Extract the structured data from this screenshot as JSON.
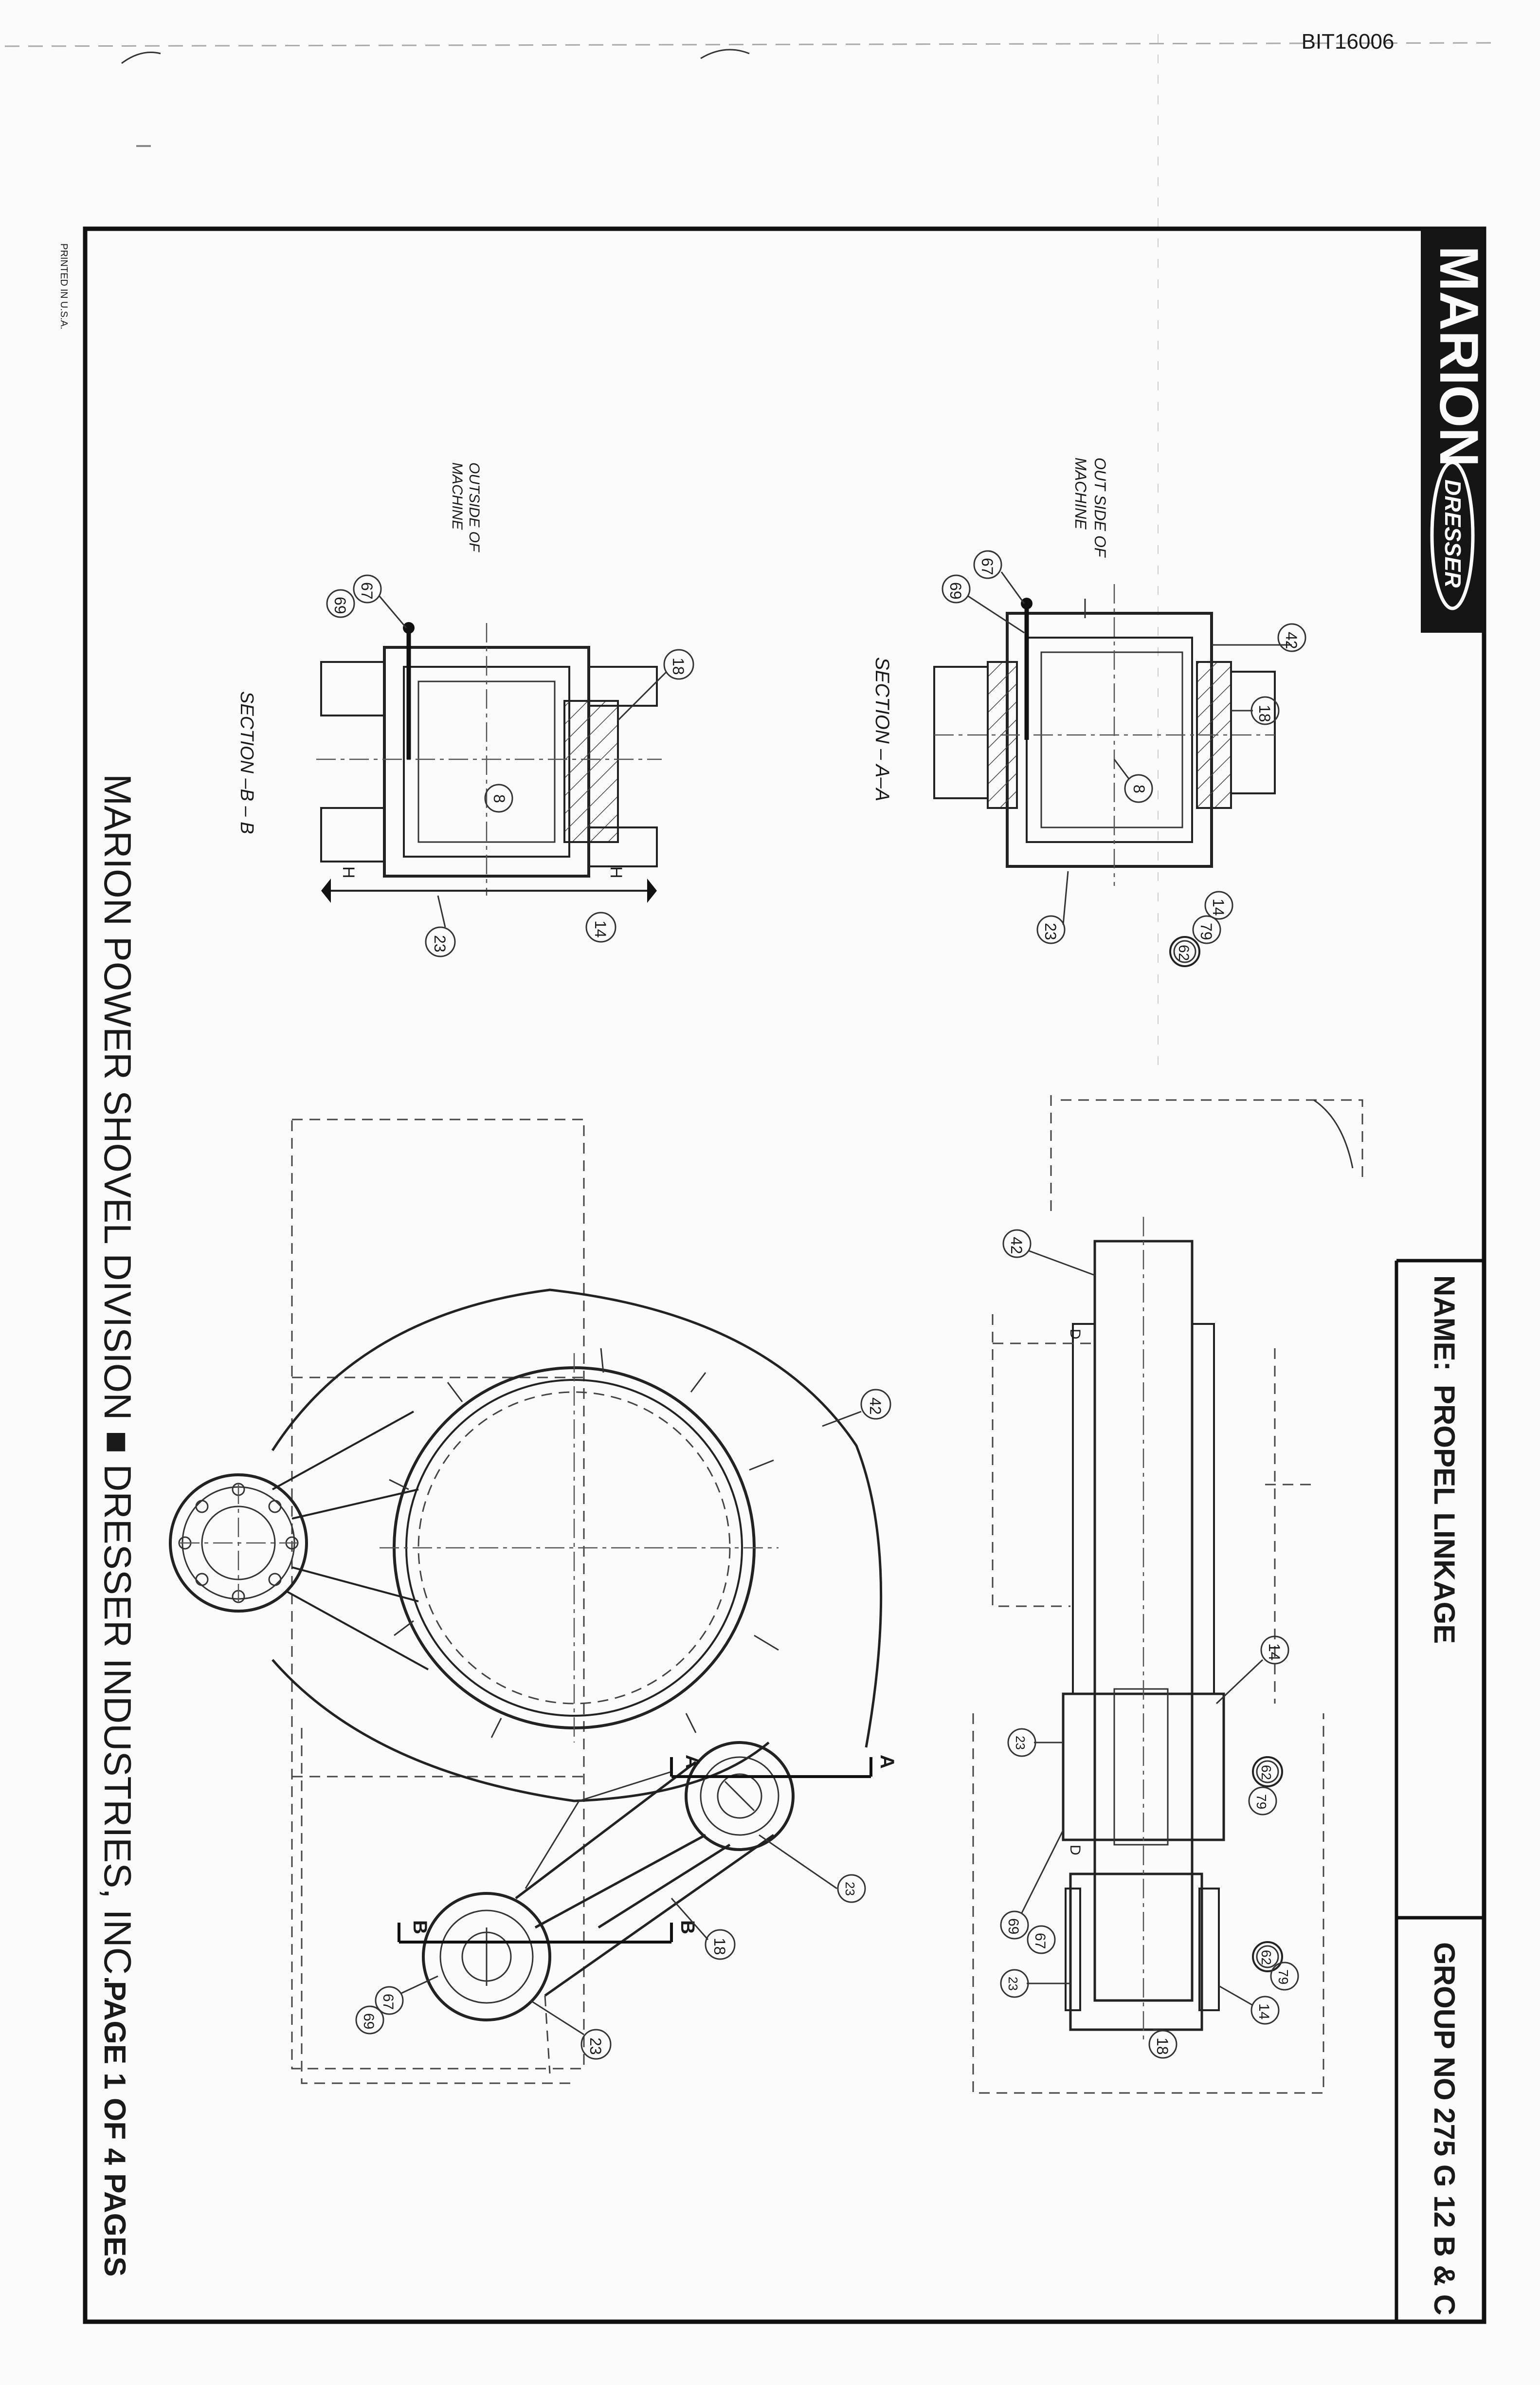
{
  "doc_code": "BIT16006",
  "printed": "PRINTED IN U.S.A.",
  "logo": {
    "brand": "MARION",
    "sub": "DRESSER"
  },
  "title_block": {
    "name_label": "NAME:",
    "name_value": "PROPEL LINKAGE",
    "group_label": "GROUP NO",
    "group_value": "275 G 12 B & C"
  },
  "footer": {
    "division": "MARION POWER SHOVEL DIVISION ■ DRESSER INDUSTRIES, INC.",
    "page": "PAGE 1 OF 4 PAGES"
  },
  "section_aa": {
    "title": "SECTION – A–A",
    "note_line1": "OUT SIDE OF",
    "note_line2": "MACHINE",
    "callouts": [
      "42",
      "18",
      "8",
      "14",
      "79",
      "62",
      "23",
      "67",
      "69"
    ]
  },
  "section_bb": {
    "title": "SECTION –B – B",
    "note_line1": "OUTSIDE OF",
    "note_line2": "MACHINE",
    "callouts": [
      "18",
      "8",
      "14",
      "23",
      "67",
      "69"
    ],
    "arrow_label": "H"
  },
  "top_view": {
    "callouts": [
      "42",
      "14",
      "23",
      "62",
      "79",
      "69",
      "67",
      "23",
      "62",
      "79",
      "14",
      "18"
    ],
    "end_mark": "D"
  },
  "side_view": {
    "callouts": [
      "42",
      "23",
      "18",
      "23",
      "67",
      "69"
    ],
    "section_marks": [
      "A",
      "A",
      "B",
      "B"
    ]
  }
}
